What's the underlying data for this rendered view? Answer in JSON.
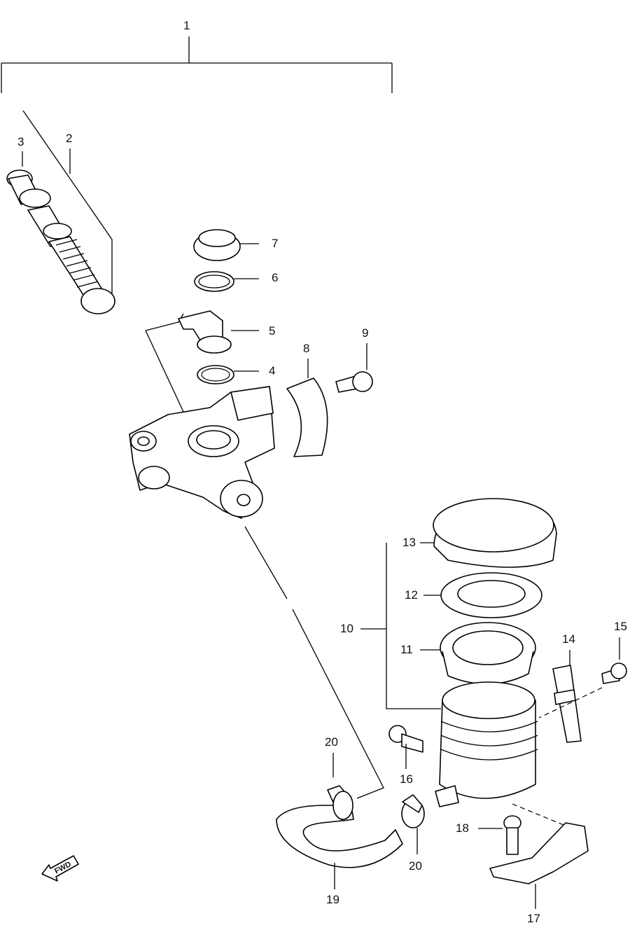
{
  "diagram": {
    "callouts": [
      "1",
      "2",
      "3",
      "4",
      "5",
      "6",
      "7",
      "8",
      "9",
      "10",
      "11",
      "12",
      "13",
      "14",
      "15",
      "16",
      "17",
      "18",
      "19",
      "20",
      "20"
    ],
    "fwd_label": "FWD"
  }
}
